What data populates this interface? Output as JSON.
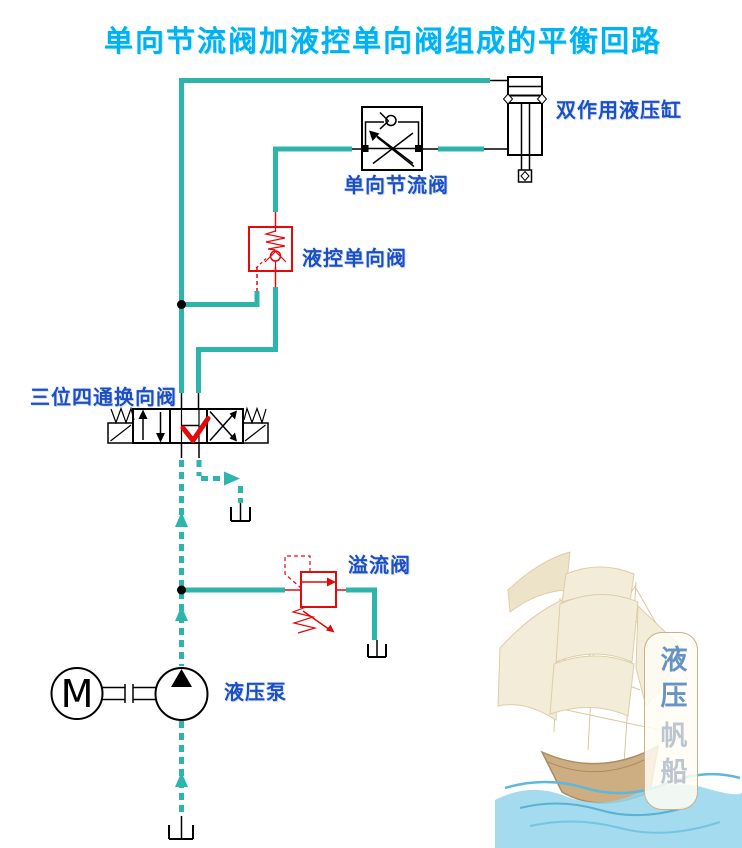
{
  "title": "单向节流阀加液控单向阀组成的平衡回路",
  "labels": {
    "cylinder": "双作用液压缸",
    "throttle_valve": "单向节流阀",
    "pilot_check_valve": "液控单向阀",
    "directional_valve": "三位四通换向阀",
    "relief_valve": "溢流阀",
    "pump": "液压泵"
  },
  "motor_letter": "M",
  "watermark": {
    "text_primary": "液压",
    "text_secondary": "帆船"
  },
  "colors": {
    "pipe": "#2db5ac",
    "component_red": "#e20a0a",
    "label_blue": "#1d4fc4",
    "title_cyan": "#00b2f2",
    "line_black": "#000000",
    "water_blue": "#57b4d8",
    "sail_beige": "#f2ecd8"
  }
}
